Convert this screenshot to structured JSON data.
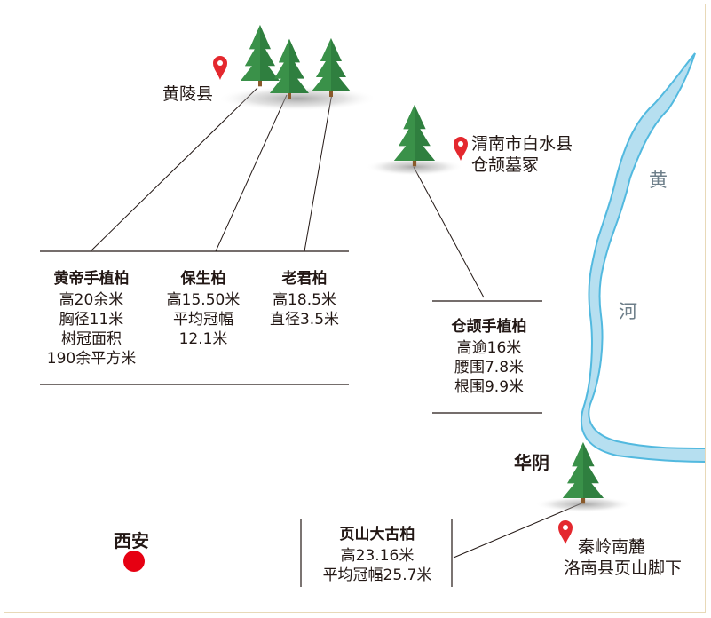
{
  "places": {
    "huangling": "黄陵县",
    "weinan_line1": "渭南市白水县",
    "weinan_line2": "仓颉墓冢",
    "huayin": "华阴",
    "qinling_line1": "秦岭南麓",
    "qinling_line2": "洛南县页山脚下",
    "xian": "西安"
  },
  "river": {
    "char1": "黄",
    "char2": "河"
  },
  "trees": {
    "huangdi": {
      "name": "黄帝手植柏",
      "lines": [
        "高20余米",
        "胸径11米",
        "树冠面积",
        "190余平方米"
      ]
    },
    "baosheng": {
      "name": "保生柏",
      "lines": [
        "高15.50米",
        "平均冠幅",
        "12.1米"
      ]
    },
    "laojun": {
      "name": "老君柏",
      "lines": [
        "高18.5米",
        "直径3.5米"
      ]
    },
    "cangjie": {
      "name": "仓颉手植柏",
      "lines": [
        "高逾16米",
        "腰围7.8米",
        "根围9.9米"
      ]
    },
    "yeshan": {
      "name": "页山大古柏",
      "lines": [
        "高23.16米",
        "平均冠幅25.7米"
      ]
    }
  },
  "colors": {
    "river_fill": "#b6dff0",
    "river_edge": "#52b9df",
    "tree_green": "#2f7f3f",
    "tree_dark": "#1f5a2b",
    "trunk": "#8a5a2b",
    "pin_red": "#e4282e",
    "xian_dot": "#e60012",
    "frame_border": "#e8d9b8"
  },
  "icons": [
    "tree-icon",
    "map-pin-icon",
    "city-dot-icon"
  ]
}
